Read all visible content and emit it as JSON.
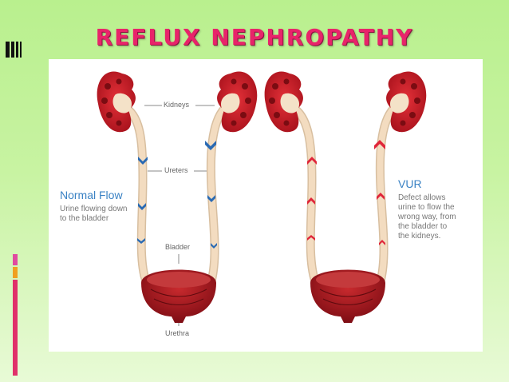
{
  "slide": {
    "title": "REFLUX NEPHROPATHY"
  },
  "diagram": {
    "labels": {
      "kidneys": "Kidneys",
      "ureters": "Ureters",
      "bladder": "Bladder",
      "urethra": "Urethra"
    },
    "normal": {
      "heading": "Normal Flow",
      "description_lines": [
        "Urine flowing down",
        "to the bladder"
      ],
      "arrow_color": "#2a6ab3"
    },
    "vur": {
      "heading": "VUR",
      "description_lines": [
        "Defect allows",
        "urine to flow the",
        "wrong way, from",
        "the bladder to",
        "the kidneys."
      ],
      "arrow_color": "#e0263a"
    }
  },
  "colors": {
    "title": "#e8246a",
    "kidney": "#c0202a",
    "ureter": "#f3dcc0",
    "bladder": "#a8161e",
    "heading": "#3a82c4"
  }
}
